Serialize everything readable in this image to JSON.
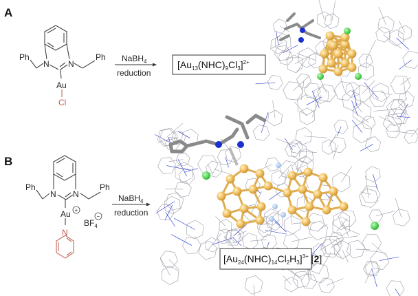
{
  "panels": [
    {
      "label": "A",
      "reactant": {
        "left_sub": "Ph",
        "right_sub": "Ph",
        "n_left": "N",
        "n_right": "N",
        "metal": "Au",
        "ligand": "Cl"
      },
      "reagent": {
        "name": "NaBH",
        "name_sub": "4",
        "condition": "reduction"
      },
      "product": {
        "parts": [
          "[Au",
          "13",
          "(NHC)",
          "9",
          "Cl",
          "3",
          "]",
          "2+"
        ]
      }
    },
    {
      "label": "B",
      "reactant": {
        "left_sub": "Ph",
        "right_sub": "Ph",
        "n_left": "N",
        "n_right": "N",
        "metal": "Au",
        "metal_charge": "+",
        "counterion": "BF",
        "counterion_sub": "4",
        "counterion_charge": "−",
        "ligand": "N"
      },
      "reagent": {
        "name": "NaBH",
        "name_sub": "4",
        "condition": "reduction"
      },
      "product": {
        "parts": [
          "[Au",
          "24",
          "(NHC)",
          "14",
          "Cl",
          "2",
          "H",
          "3",
          "]",
          "3+",
          " [",
          "2",
          "]"
        ]
      }
    }
  ],
  "colors": {
    "gold": "#f0c060",
    "chlorine": "#33cc33",
    "nitrogen": "#1a2fcc",
    "hydrogen": "#a9c8ec",
    "carbon": "#8a8a8a",
    "wire": "#9a9aa8",
    "highlight": "#c0584a"
  }
}
